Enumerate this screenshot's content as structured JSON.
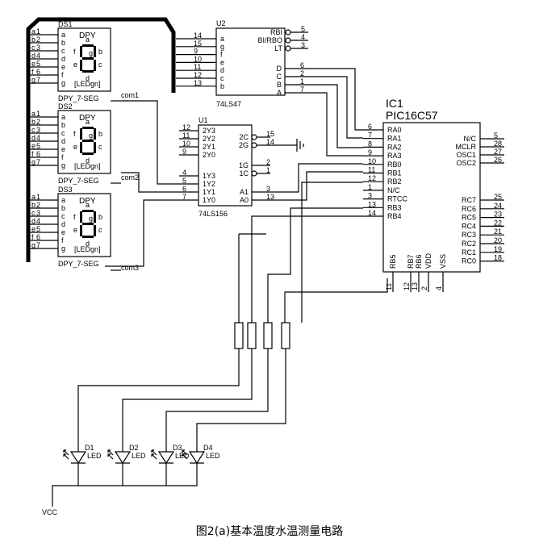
{
  "caption": "图2(a)基本温度水温测量电路",
  "displays": [
    {
      "ref": "DS1",
      "title": "DPY",
      "inner": "[LEDgn]",
      "part": "DPY_7-SEG"
    },
    {
      "ref": "DS2",
      "title": "DPY",
      "inner": "[LEDgn]",
      "part": "DPY_7-SEG"
    },
    {
      "ref": "DS3",
      "title": "DPY",
      "inner": "[LEDgn]",
      "part": "DPY_7-SEG"
    }
  ],
  "seg_pins": [
    "a",
    "b",
    "c",
    "d",
    "e",
    "f",
    "g"
  ],
  "seg_nums": [
    "1",
    "2",
    "3",
    "4",
    "5",
    "6",
    "7"
  ],
  "seg_digits": [
    "a",
    "b",
    "g",
    "f",
    "e",
    "c",
    "d"
  ],
  "com_labels": [
    "com1",
    "com2",
    "com3"
  ],
  "u2": {
    "ref": "U2",
    "part": "74LS47",
    "left_pins": [
      {
        "num": "14",
        "name": "a"
      },
      {
        "num": "15",
        "name": "g"
      },
      {
        "num": "9",
        "name": "f"
      },
      {
        "num": "10",
        "name": "e"
      },
      {
        "num": "11",
        "name": "d"
      },
      {
        "num": "12",
        "name": "c"
      },
      {
        "num": "13",
        "name": "b"
      }
    ],
    "left_extra": {
      "num": "13",
      "name": "a"
    },
    "right_top": [
      {
        "num": "5",
        "name": "RBI"
      },
      {
        "num": "4",
        "name": "BI/RBO"
      },
      {
        "num": "3",
        "name": "LT"
      }
    ],
    "right_bcd": [
      {
        "num": "6",
        "name": "D"
      },
      {
        "num": "2",
        "name": "C"
      },
      {
        "num": "1",
        "name": "B"
      },
      {
        "num": "7",
        "name": "A"
      }
    ]
  },
  "u1": {
    "ref": "U1",
    "part": "74LS156",
    "left_pins": [
      {
        "num": "12",
        "name": "2Y3"
      },
      {
        "num": "11",
        "name": "2Y2"
      },
      {
        "num": "10",
        "name": "2Y1"
      },
      {
        "num": "9",
        "name": "2Y0"
      },
      {
        "num": "4",
        "name": "1Y3"
      },
      {
        "num": "5",
        "name": "1Y2"
      },
      {
        "num": "6",
        "name": "1Y1"
      },
      {
        "num": "7",
        "name": "1Y0"
      }
    ],
    "right_pins": [
      {
        "num": "15",
        "name": "2C"
      },
      {
        "num": "14",
        "name": "2G"
      },
      {
        "num": "2",
        "name": "1G"
      },
      {
        "num": "1",
        "name": "1C"
      },
      {
        "num": "3",
        "name": "A1"
      },
      {
        "num": "13",
        "name": "A0"
      }
    ]
  },
  "ic1": {
    "ref": "IC1",
    "part": "PIC16C57",
    "left_pins": [
      {
        "num": "6",
        "name": "RA0"
      },
      {
        "num": "7",
        "name": "RA1"
      },
      {
        "num": "8",
        "name": "RA2"
      },
      {
        "num": "9",
        "name": "RA3"
      },
      {
        "num": "10",
        "name": "RB0"
      },
      {
        "num": "11",
        "name": "RB1"
      },
      {
        "num": "12",
        "name": "RB2"
      },
      {
        "num": "1",
        "name": "N/C"
      },
      {
        "num": "3",
        "name": "RTCC"
      },
      {
        "num": "13",
        "name": "RB3"
      },
      {
        "num": "14",
        "name": "RB4"
      }
    ],
    "right_top": [
      {
        "num": "5",
        "name": "N/C"
      },
      {
        "num": "28",
        "name": "MCLR"
      },
      {
        "num": "27",
        "name": "OSC1"
      },
      {
        "num": "26",
        "name": "OSC2"
      }
    ],
    "right_rc": [
      {
        "num": "25",
        "name": "RC7"
      },
      {
        "num": "24",
        "name": "RC6"
      },
      {
        "num": "23",
        "name": "RC5"
      },
      {
        "num": "22",
        "name": "RC4"
      },
      {
        "num": "21",
        "name": "RC3"
      },
      {
        "num": "20",
        "name": "RC2"
      },
      {
        "num": "19",
        "name": "RC1"
      },
      {
        "num": "18",
        "name": "RC0"
      }
    ],
    "bottom_pins": [
      {
        "num": "11",
        "name": "RB5"
      },
      {
        "num": "12",
        "name": "RB7"
      },
      {
        "num": "13",
        "name": "RB6"
      },
      {
        "num": "2",
        "name": "VDD"
      },
      {
        "num": "4",
        "name": "VSS"
      }
    ]
  },
  "leds": [
    {
      "ref": "D1",
      "label": "LED"
    },
    {
      "ref": "D2",
      "label": "LED"
    },
    {
      "ref": "D3",
      "label": "LED"
    },
    {
      "ref": "D4",
      "label": "LED"
    }
  ],
  "vcc_label": "VCC"
}
